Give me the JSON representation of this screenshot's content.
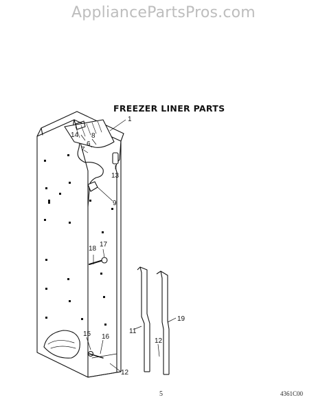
{
  "watermark": "AppliancePartsPros.com",
  "diagram": {
    "title": "FREEZER LINER PARTS",
    "page_number": "5",
    "code": "4361C00",
    "callouts": [
      "1",
      "14",
      "8",
      "6",
      "7",
      "13",
      "9",
      "18",
      "17",
      "11",
      "19",
      "12",
      "15",
      "16",
      "12"
    ]
  }
}
